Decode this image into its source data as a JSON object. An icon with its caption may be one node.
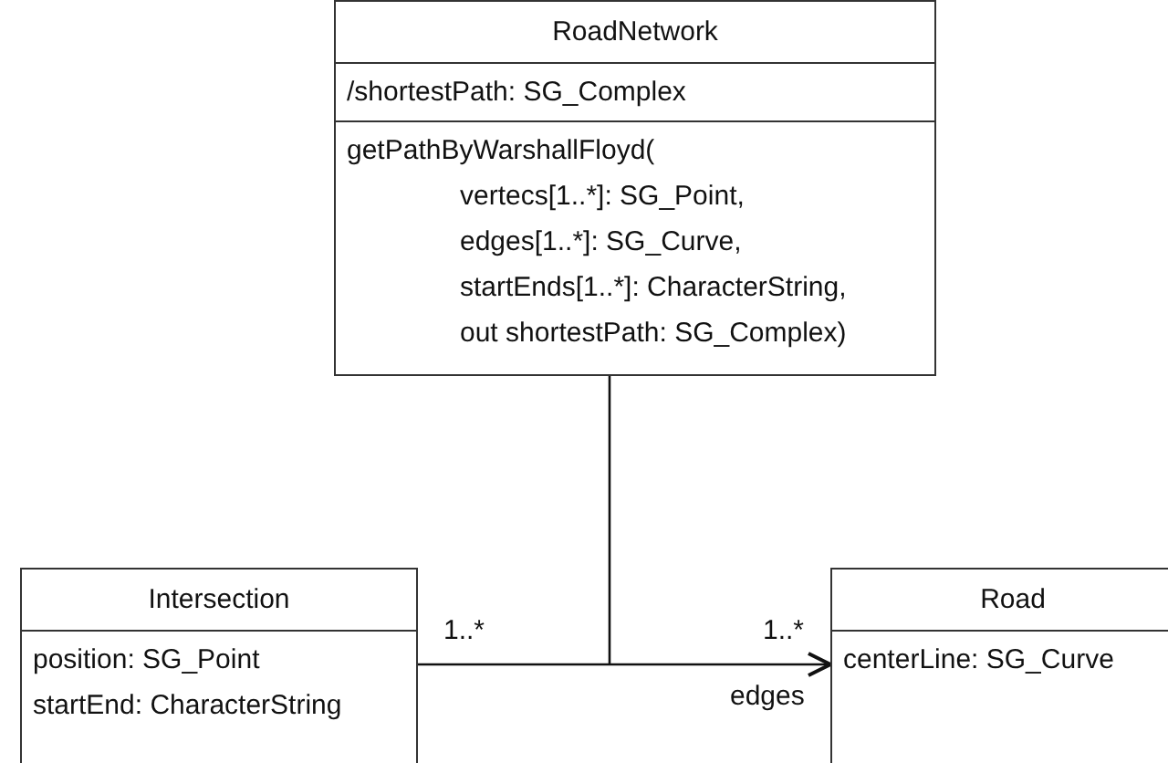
{
  "diagram": {
    "nodes": [
      {
        "text": [
          "RoadNetwork",
          "/shortestPath: SG_Complex",
          "getPathByWarshallFloyd(",
          "vertecs[1..*]: SG_Point,",
          "edges[1..*]: SG_Curve,",
          "startEnds[1..*]: CharacterString,",
          "out shortestPath: SG_Complex)"
        ]
      },
      {
        "text": [
          "Intersection",
          "position: SG_Point",
          "startEnd: CharacterString"
        ]
      },
      {
        "text": [
          "Road",
          "centerLine: SG_Curve"
        ]
      }
    ],
    "edges": [
      {
        "from": 1,
        "to": 2,
        "arrow": "to"
      },
      {
        "from": 0,
        "to": null,
        "arrow": "none"
      }
    ],
    "labels": [
      "1..*",
      "1..*",
      "edges"
    ]
  }
}
